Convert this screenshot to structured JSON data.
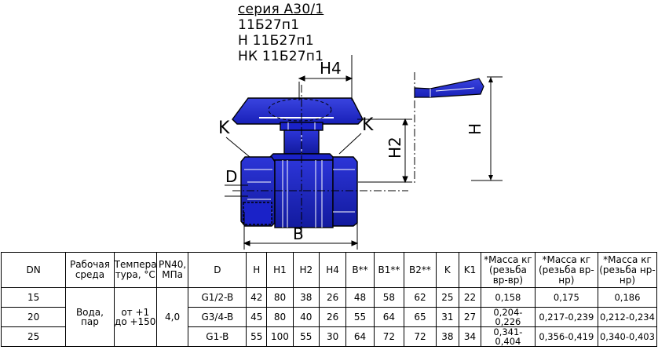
{
  "title": {
    "lines": [
      "серия А30/1",
      "11Б27п1",
      "Н 11Б27п1",
      "НК 11Б27п1"
    ]
  },
  "drawing": {
    "labels": {
      "H4": "H4",
      "H2": "H2",
      "H": "H",
      "K_left": "K",
      "K_right": "K",
      "D": "D",
      "B": "B"
    },
    "colors": {
      "body": "#1a22c8",
      "line": "#000000",
      "background": "#ffffff"
    }
  },
  "table": {
    "headers": [
      "DN",
      "Рабочая среда",
      "Темпера тура, °С",
      "PN40, МПа",
      "D",
      "H",
      "H1",
      "H2",
      "H4",
      "B**",
      "B1**",
      "B2**",
      "K",
      "K1",
      "*Масса кг (резьба вр-вр)",
      "*Масса кг (резьба вр-нр)",
      "*Масса кг (резьба нр-нр)"
    ],
    "medium": "Вода, пар",
    "temperature": "от +1 до +150",
    "pressure": "4,0",
    "rows": [
      {
        "dn": "15",
        "d": "G1/2-B",
        "h": "42",
        "h1": "80",
        "h2": "38",
        "h4": "26",
        "b": "48",
        "b1": "58",
        "b2": "62",
        "k": "25",
        "k1": "22",
        "m1": "0,158",
        "m2": "0,175",
        "m3": "0,186"
      },
      {
        "dn": "20",
        "d": "G3/4-B",
        "h": "45",
        "h1": "80",
        "h2": "40",
        "h4": "26",
        "b": "55",
        "b1": "64",
        "b2": "65",
        "k": "31",
        "k1": "27",
        "m1": "0,204-0,226",
        "m2": "0,217-0,239",
        "m3": "0,212-0,234"
      },
      {
        "dn": "25",
        "d": "G1-B",
        "h": "55",
        "h1": "100",
        "h2": "55",
        "h4": "30",
        "b": "64",
        "b1": "72",
        "b2": "72",
        "k": "38",
        "k1": "34",
        "m1": "0,341-0,404",
        "m2": "0,356-0,419",
        "m3": "0,340-0,403"
      }
    ]
  }
}
